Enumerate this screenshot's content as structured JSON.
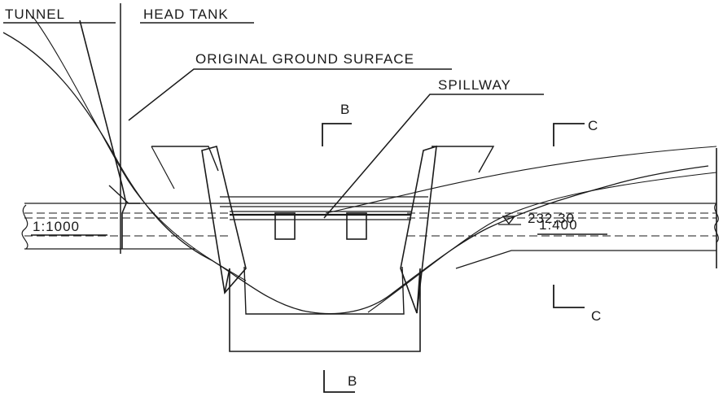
{
  "labels": {
    "tunnel": "TUNNEL",
    "head_tank": "HEAD TANK",
    "original_ground": "ORIGINAL GROUND SURFACE",
    "spillway": "SPILLWAY",
    "section_b_top": "B",
    "section_b_bottom": "B",
    "section_c_top": "C",
    "section_c_bottom": "C",
    "water_level": "232.30",
    "slope_left": "1:1000",
    "slope_right": "1:400"
  },
  "colors": {
    "ink": "#1a1a1a",
    "paper": "#ffffff"
  }
}
